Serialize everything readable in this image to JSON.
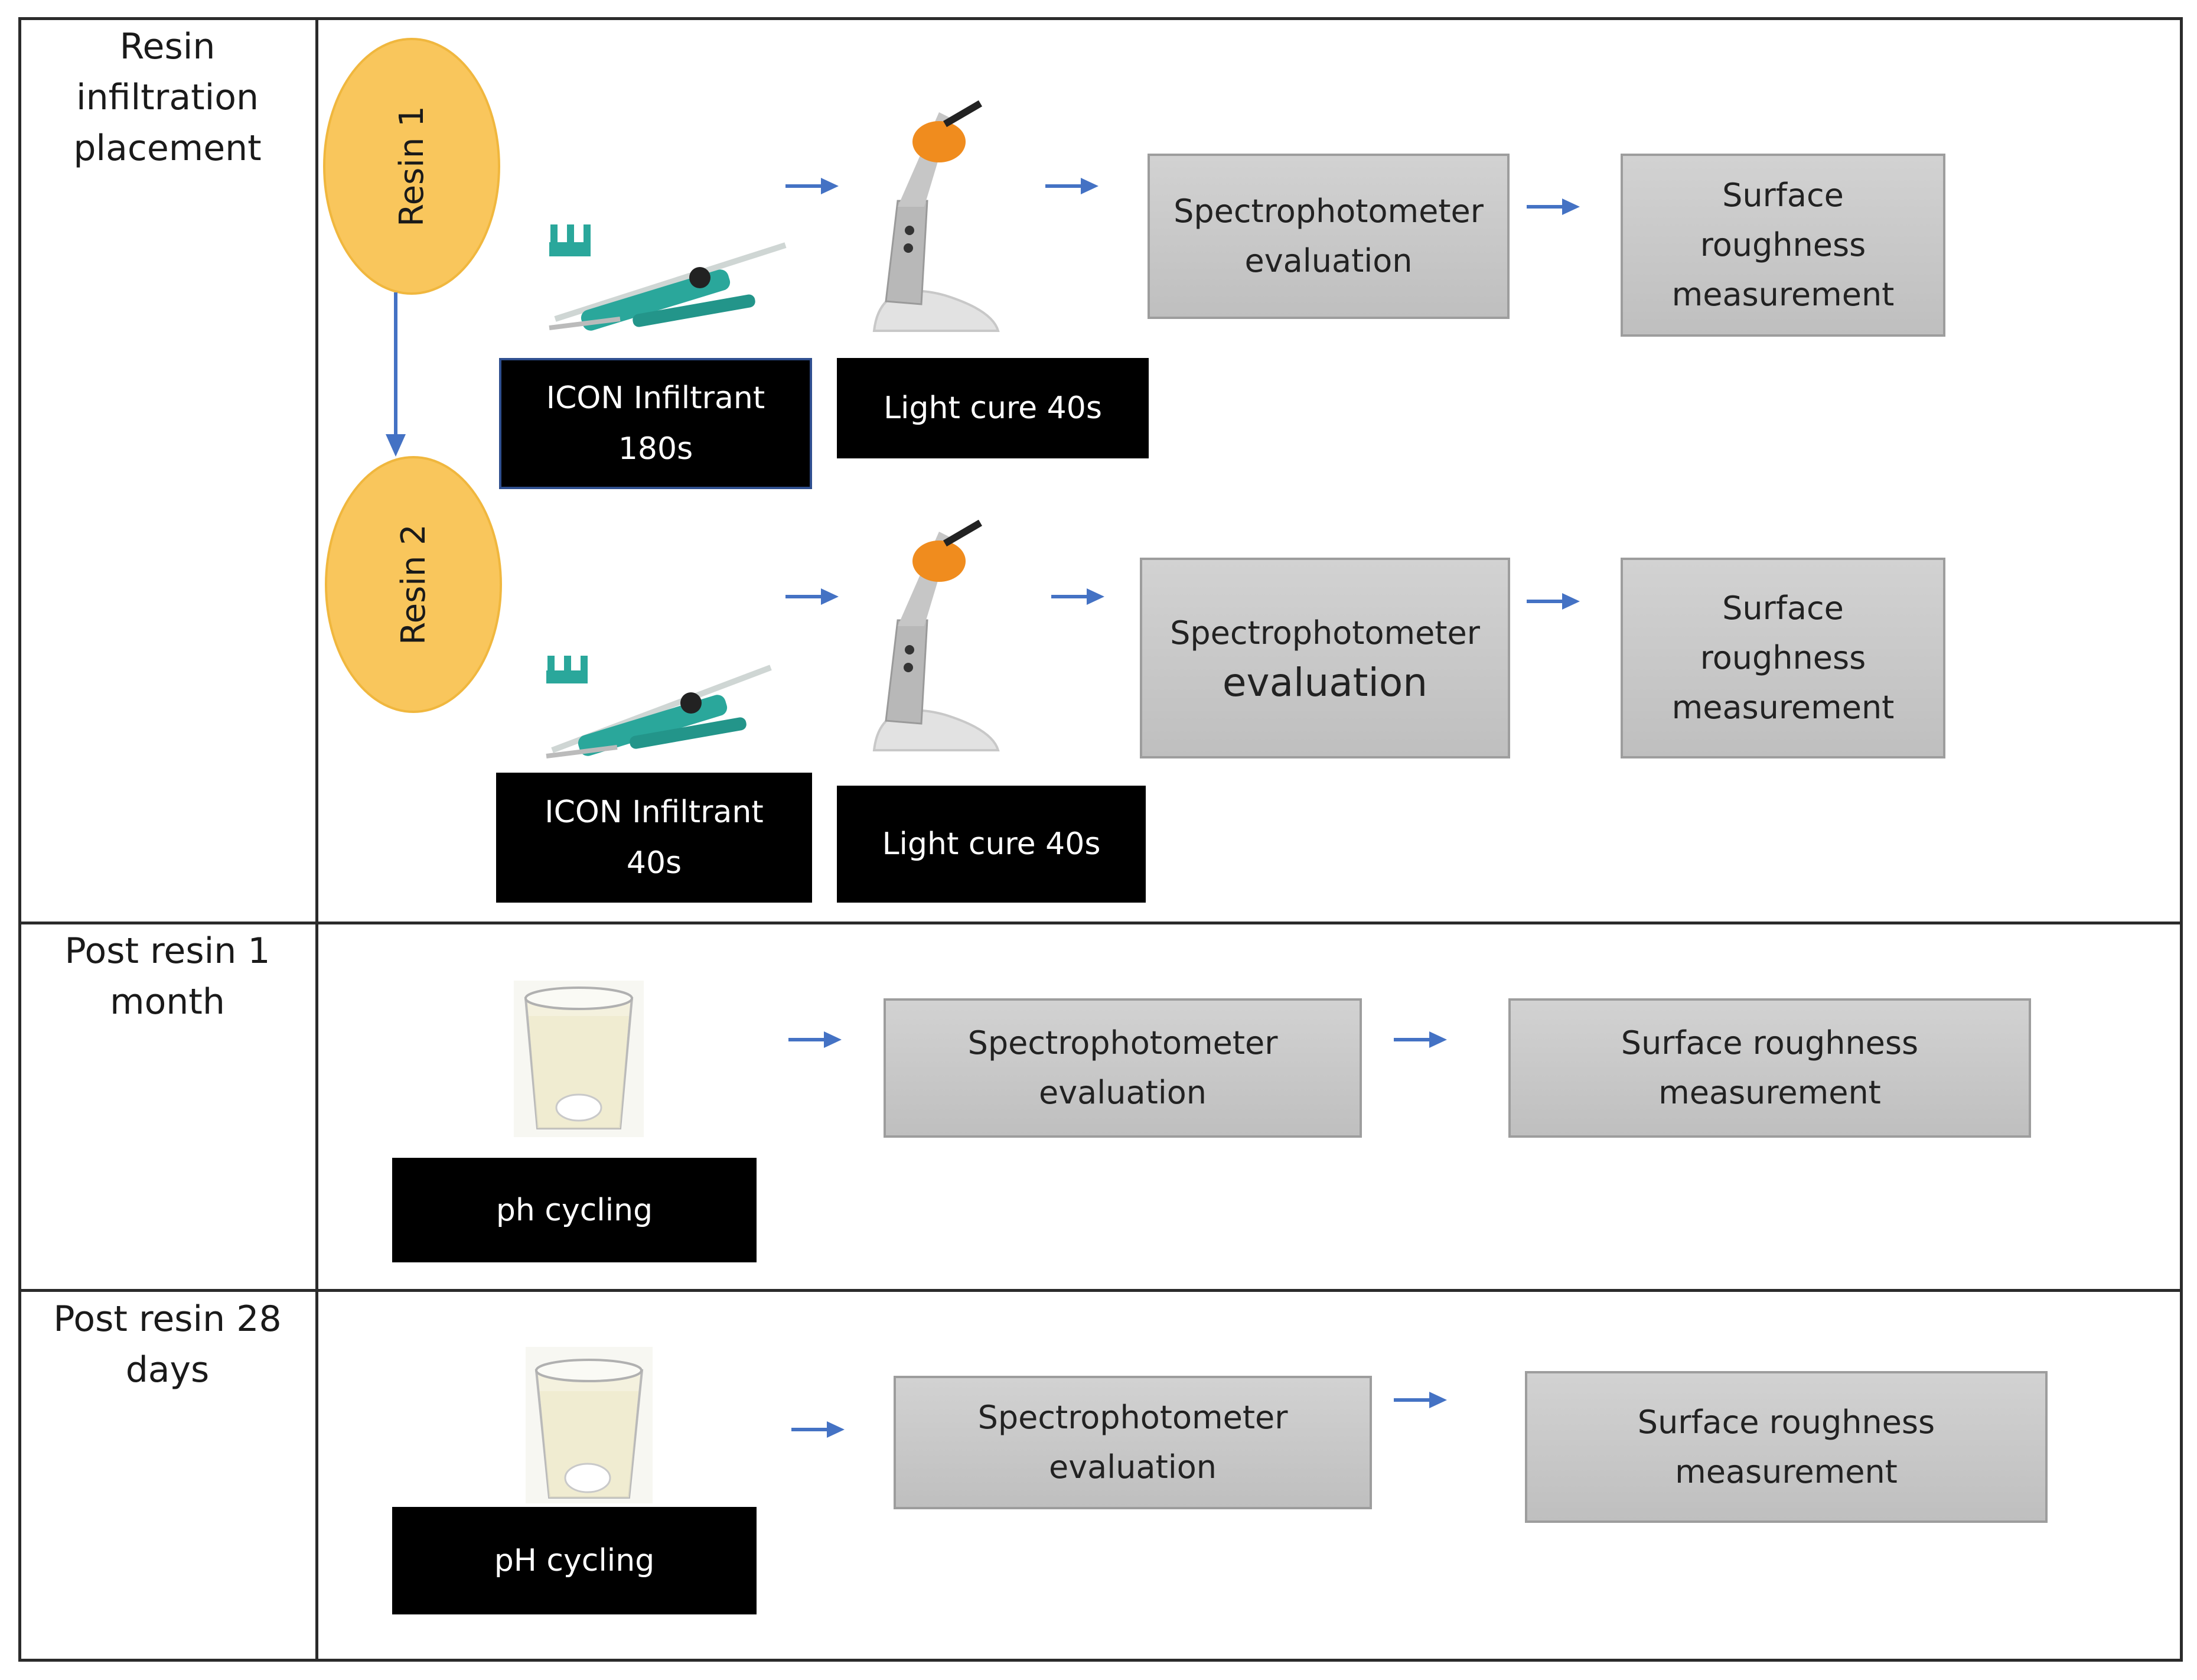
{
  "rows": [
    {
      "label_lines": [
        "Resin",
        "infiltration",
        "placement"
      ]
    },
    {
      "label_lines": [
        "Post resin 1",
        "month"
      ]
    },
    {
      "label_lines": [
        "Post resin 28",
        "days"
      ]
    }
  ],
  "resin1": {
    "ellipse_label": "Resin 1",
    "infiltrant_lines": [
      "ICON Infiltrant",
      "180s"
    ],
    "light_cure": "Light cure 40s",
    "spectro_lines": [
      "Spectrophotometer",
      "evaluation"
    ],
    "surface_lines": [
      "Surface",
      "roughness",
      "measurement"
    ]
  },
  "resin2": {
    "ellipse_label": "Resin 2",
    "infiltrant_lines": [
      "ICON Infiltrant",
      "40s"
    ],
    "light_cure": "Light cure 40s",
    "spectro_lines": [
      "Spectrophotometer",
      "evaluation"
    ],
    "surface_lines": [
      "Surface",
      "roughness",
      "measurement"
    ]
  },
  "month": {
    "cycling": "ph cycling",
    "spectro_lines": [
      "Spectrophotometer",
      "evaluation"
    ],
    "surface_lines": [
      "Surface roughness",
      "measurement"
    ]
  },
  "days28": {
    "cycling": "pH cycling",
    "spectro_lines": [
      "Spectrophotometer",
      "evaluation"
    ],
    "surface_lines": [
      "Surface roughness",
      "measurement"
    ]
  },
  "colors": {
    "ellipse_fill": "#f9c65c",
    "arrow": "#4472c4",
    "gray_box": "#c9c9c9",
    "black_box": "#000000"
  },
  "icons": [
    "syringe-icon",
    "curing-light-icon",
    "cup-icon"
  ]
}
